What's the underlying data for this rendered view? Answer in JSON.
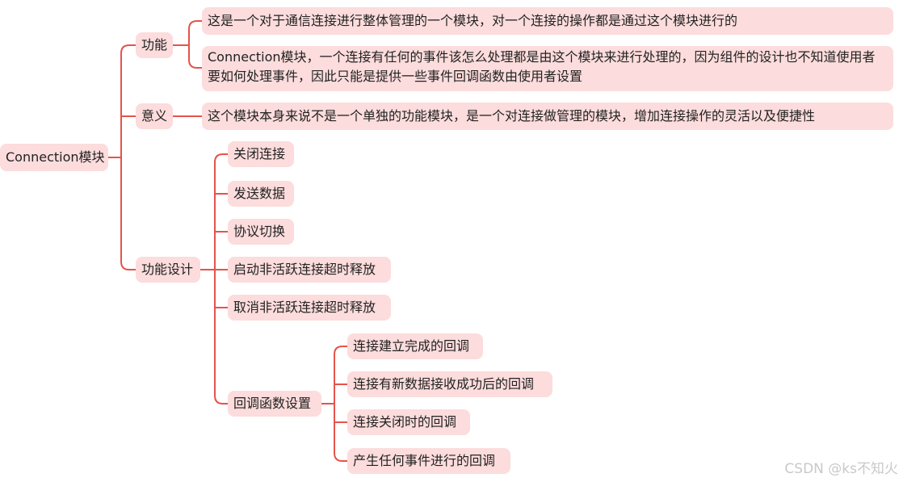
{
  "root": "Connection模块",
  "branches": [
    {
      "label": "功能",
      "children": [
        "这是一个对于通信连接进行整体管理的一个模块，对一个连接的操作都是通过这个模块进行的",
        "Connection模块，一个连接有任何的事件该怎么处理都是由这个模块来进行处理的，因为组件的设计也不知道使用者要如何处理事件，因此只能是提供一些事件回调函数由使用者设置"
      ]
    },
    {
      "label": "意义",
      "children": [
        "这个模块本身来说不是一个单独的功能模块，是一个对连接做管理的模块，增加连接操作的灵活以及便捷性"
      ]
    },
    {
      "label": "功能设计",
      "children": [
        "关闭连接",
        "发送数据",
        "协议切换",
        "启动非活跃连接超时释放",
        "取消非活跃连接超时释放",
        "回调函数设置"
      ],
      "callbacks": [
        "连接建立完成的回调",
        "连接有新数据接收成功后的回调",
        "连接关闭时的回调",
        "产生任何事件进行的回调"
      ]
    }
  ],
  "watermark": "CSDN @ks不知火",
  "line_color": "#e5534b",
  "node_color": "#fcdcdc"
}
